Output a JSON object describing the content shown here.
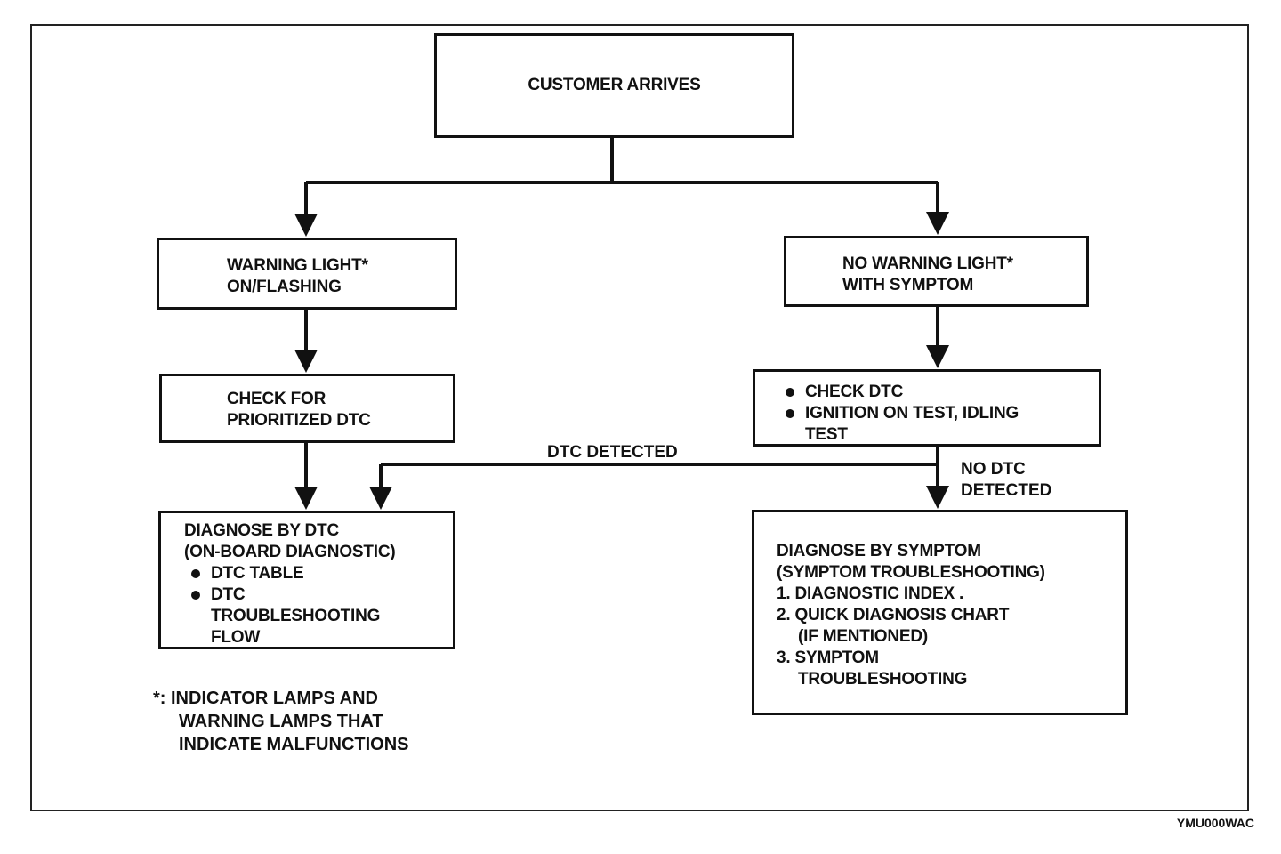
{
  "start": {
    "label": "CUSTOMER ARRIVES"
  },
  "warning_on": {
    "lines": [
      "WARNING LIGHT*",
      "ON/FLASHING"
    ]
  },
  "no_warning": {
    "lines": [
      "NO WARNING LIGHT*",
      "WITH SYMPTOM"
    ]
  },
  "check_left": {
    "lines": [
      "CHECK FOR",
      "PRIORITIZED DTC"
    ]
  },
  "check_right": {
    "items": [
      "CHECK DTC",
      "IGNITION ON TEST, IDLING",
      "TEST"
    ]
  },
  "diagnose_dtc": {
    "lines": [
      "DIAGNOSE BY DTC",
      "(ON-BOARD DIAGNOSTIC)"
    ],
    "items": [
      "DTC TABLE",
      "DTC",
      "TROUBLESHOOTING",
      "FLOW"
    ]
  },
  "diagnose_symptom": {
    "lines": [
      "DIAGNOSE BY SYMPTOM",
      "(SYMPTOM TROUBLESHOOTING)"
    ],
    "items": [
      "1. DIAGNOSTIC INDEX .",
      "2. QUICK DIAGNOSIS CHART",
      "(IF MENTIONED)",
      "3. SYMPTOM",
      "TROUBLESHOOTING"
    ]
  },
  "edge_labels": {
    "dtc_detected": "DTC DETECTED",
    "no_dtc": [
      "NO DTC",
      "DETECTED"
    ]
  },
  "footnote": [
    "*: INDICATOR LAMPS AND",
    "WARNING LAMPS THAT",
    "INDICATE MALFUNCTIONS"
  ],
  "figure_code": "YMU000WAC"
}
